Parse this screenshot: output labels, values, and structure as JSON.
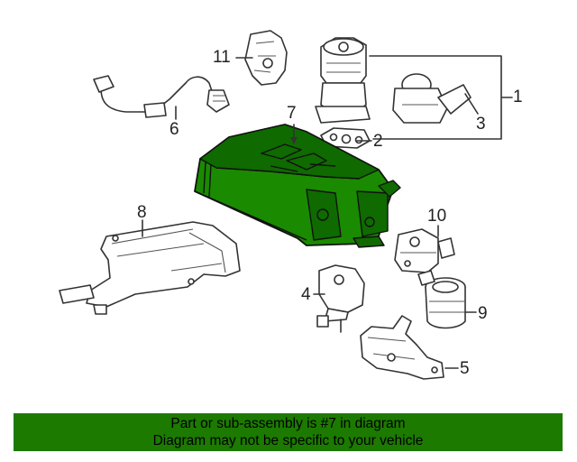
{
  "callouts": {
    "c1": "1",
    "c2": "2",
    "c3": "3",
    "c4": "4",
    "c5": "5",
    "c6": "6",
    "c7": "7",
    "c8": "8",
    "c9": "9",
    "c10": "10",
    "c11": "11"
  },
  "highlight_color": "#1a8a00",
  "footer": {
    "line1": "Part or sub-assembly is #7 in diagram",
    "line2": "Diagram may not be specific to your vehicle",
    "background": "#1c7a00"
  }
}
